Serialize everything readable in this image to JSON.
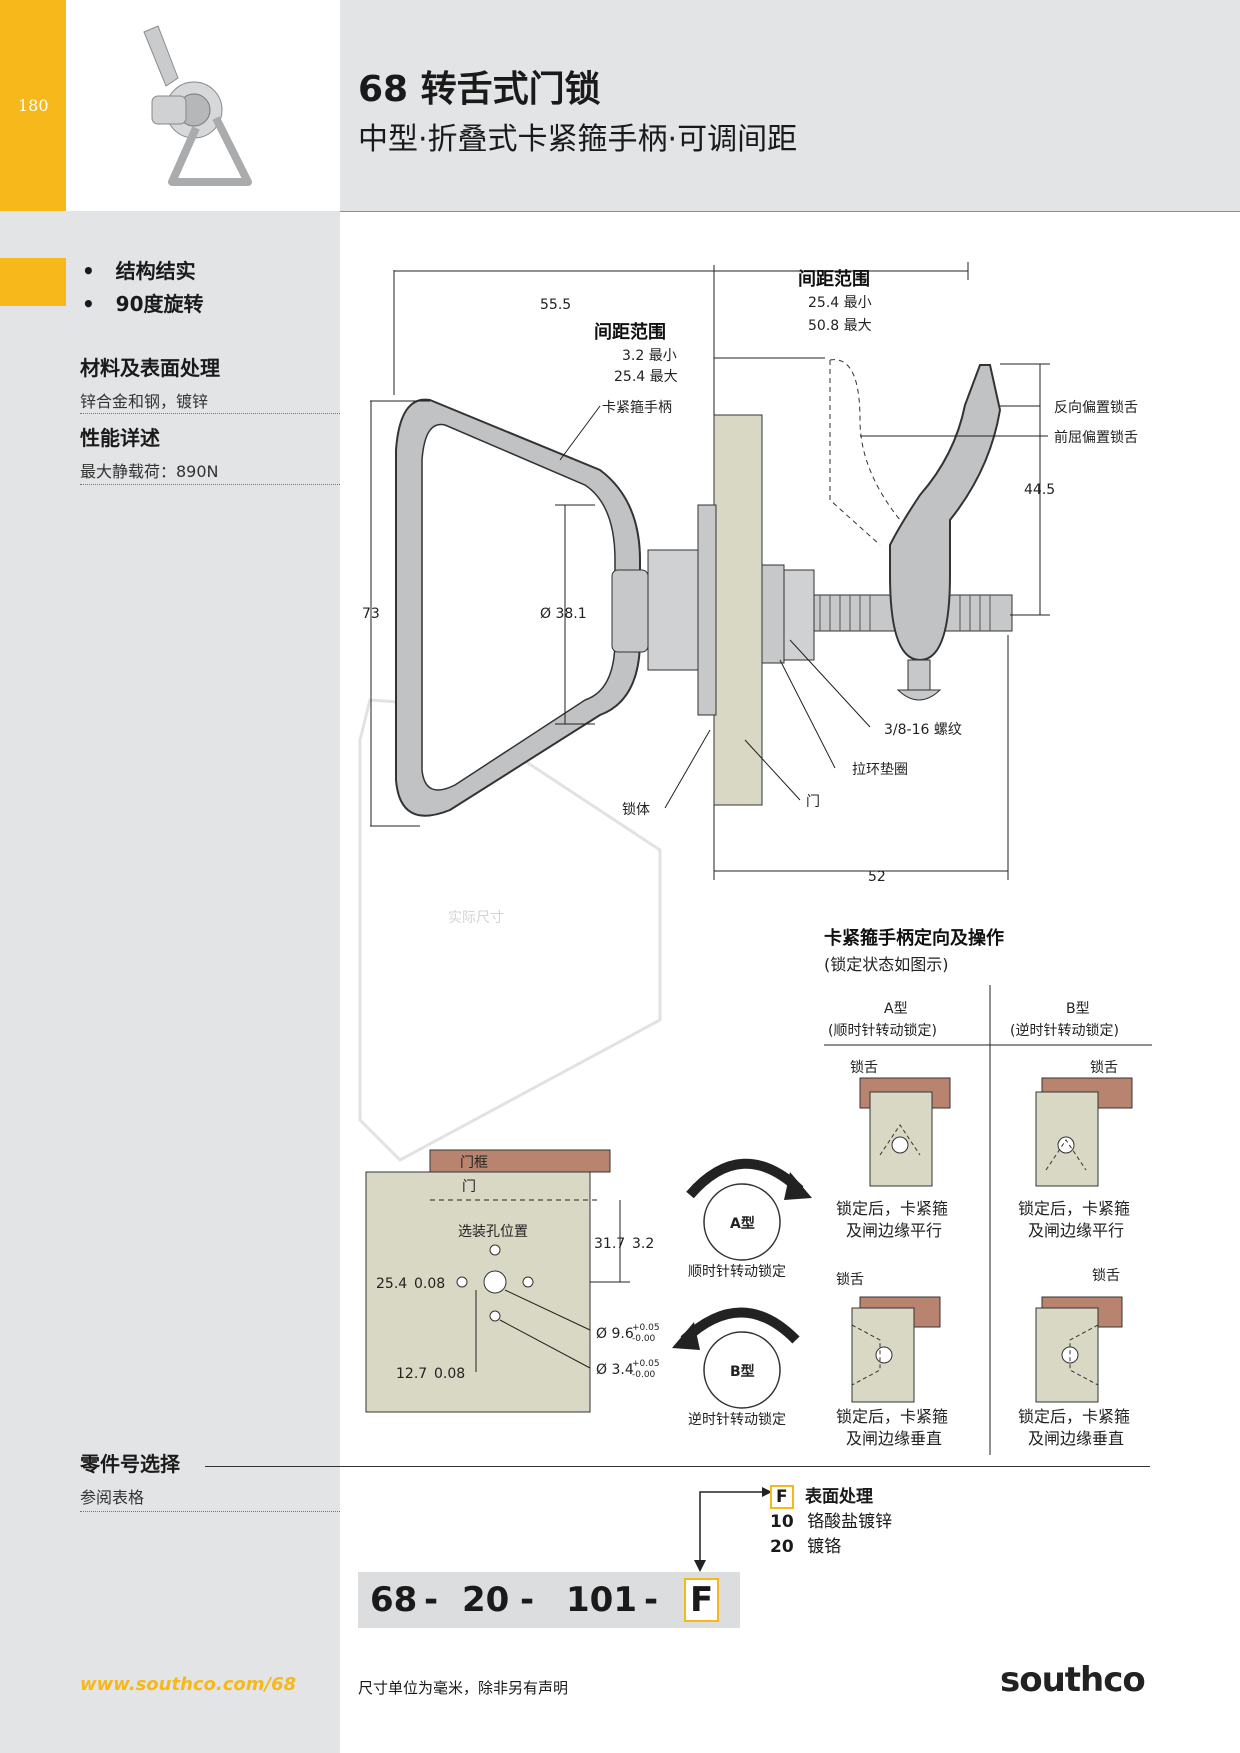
{
  "page_number": "180",
  "header": {
    "title": "68 转舌式门锁",
    "subtitle": "中型·折叠式卡紧箍手柄·可调间距"
  },
  "features": [
    "结构结实",
    "90度旋转"
  ],
  "materials": {
    "heading": "材料及表面处理",
    "text": "锌合金和钢，镀锌"
  },
  "performance": {
    "heading": "性能详述",
    "text": "最大静载荷：890N"
  },
  "drawing": {
    "dim_55_5": "55.5",
    "grip_range_1": {
      "title": "间距范围",
      "min": "3.2 最小",
      "max": "25.4 最大"
    },
    "grip_range_2": {
      "title": "间距范围",
      "min": "25.4 最小",
      "max": "50.8 最大"
    },
    "label_handle": "卡紧箍手柄",
    "label_reverse_cam": "反向偏置锁舌",
    "label_forward_cam": "前屈偏置锁舌",
    "dim_44_5": "44.5",
    "dim_73": "73",
    "dim_38_1": "Ø 38.1",
    "label_thread": "3/8-16 螺纹",
    "label_washer": "拉环垫圈",
    "label_door": "门",
    "label_body": "锁体",
    "dim_52": "52",
    "actual_size": "实际尺寸"
  },
  "orientation": {
    "heading": "卡紧箍手柄定向及操作",
    "subheading": "(锁定状态如图示)",
    "type_a": "A型",
    "type_a_desc": "(顺时针转动锁定)",
    "type_b": "B型",
    "type_b_desc": "(逆时针转动锁定)",
    "cam_label": "锁舌",
    "parallel_caption_1": "锁定后，卡紧箍",
    "parallel_caption_2": "及闸边缘平行",
    "perp_caption_1": "锁定后，卡紧箍",
    "perp_caption_2": "及闸边缘垂直"
  },
  "cutout": {
    "frame_label": "门框",
    "door_label": "门",
    "optional_holes": "选装孔位置",
    "dim_31_7": "31.7",
    "dim_3_2": "3.2",
    "dim_25_4": "25.4",
    "tol_0_08a": "0.08",
    "dim_12_7": "12.7",
    "tol_0_08b": "0.08",
    "hole_9_6": "Ø 9.6",
    "hole_9_6_tol_plus": "+0.05",
    "hole_9_6_tol_minus": "-0.00",
    "hole_3_4": "Ø 3.4",
    "hole_3_4_tol_plus": "+0.05",
    "hole_3_4_tol_minus": "-0.00"
  },
  "rotation": {
    "a_label": "A型",
    "a_desc": "顺时针转动锁定",
    "b_label": "B型",
    "b_desc": "逆时针转动锁定"
  },
  "part_number": {
    "heading": "零件号选择",
    "see_table": "参阅表格",
    "p1": "68",
    "sep": "-",
    "p2": "20",
    "p3": "101",
    "p4": "F",
    "finish_code": "F",
    "finish_heading": "表面处理",
    "finishes": [
      {
        "code": "10",
        "name": "铬酸盐镀锌"
      },
      {
        "code": "20",
        "name": "镀铬"
      }
    ]
  },
  "footer": {
    "url": "www.southco.com/68",
    "units_note": "尺寸单位为毫米，除非另有声明",
    "logo": "southco"
  },
  "colors": {
    "yellow": "#f6b81a",
    "panel": "#e3e4e6",
    "door": "#d9d8c4",
    "frame": "#b9846f"
  }
}
